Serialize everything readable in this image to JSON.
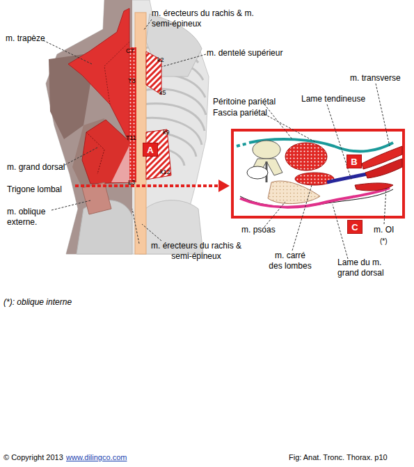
{
  "diagram": {
    "caption": "Fig: Anat. Tronc. Thorax. p10",
    "nodes": [
      {
        "text": [
          "A"
        ]
      },
      {
        "text": [
          "B"
        ]
      },
      {
        "text": [
          "C"
        ]
      }
    ],
    "labels": [
      "m. érecteurs du rachis & m. semi-épineux",
      "m. trapèze",
      "C7",
      "k2",
      "m. dentelé supérieur",
      "T3",
      "k5",
      "m. transverse",
      "Lame tendineuse",
      "Péritoine pariétal",
      "Fascia pariétal",
      "T11",
      "k9",
      "m. grand dorsal",
      "k12",
      "L3",
      "Trigone lombal",
      "m. oblique externe.",
      "m. psoas",
      "m. OI",
      "(*)",
      "m. érecteurs du rachis & semi-épineux",
      "m. carré des lombes",
      "Lame du m. grand dorsal",
      "(*): oblique interne",
      "© Copyright 2013",
      "www.dilingco.com"
    ]
  }
}
